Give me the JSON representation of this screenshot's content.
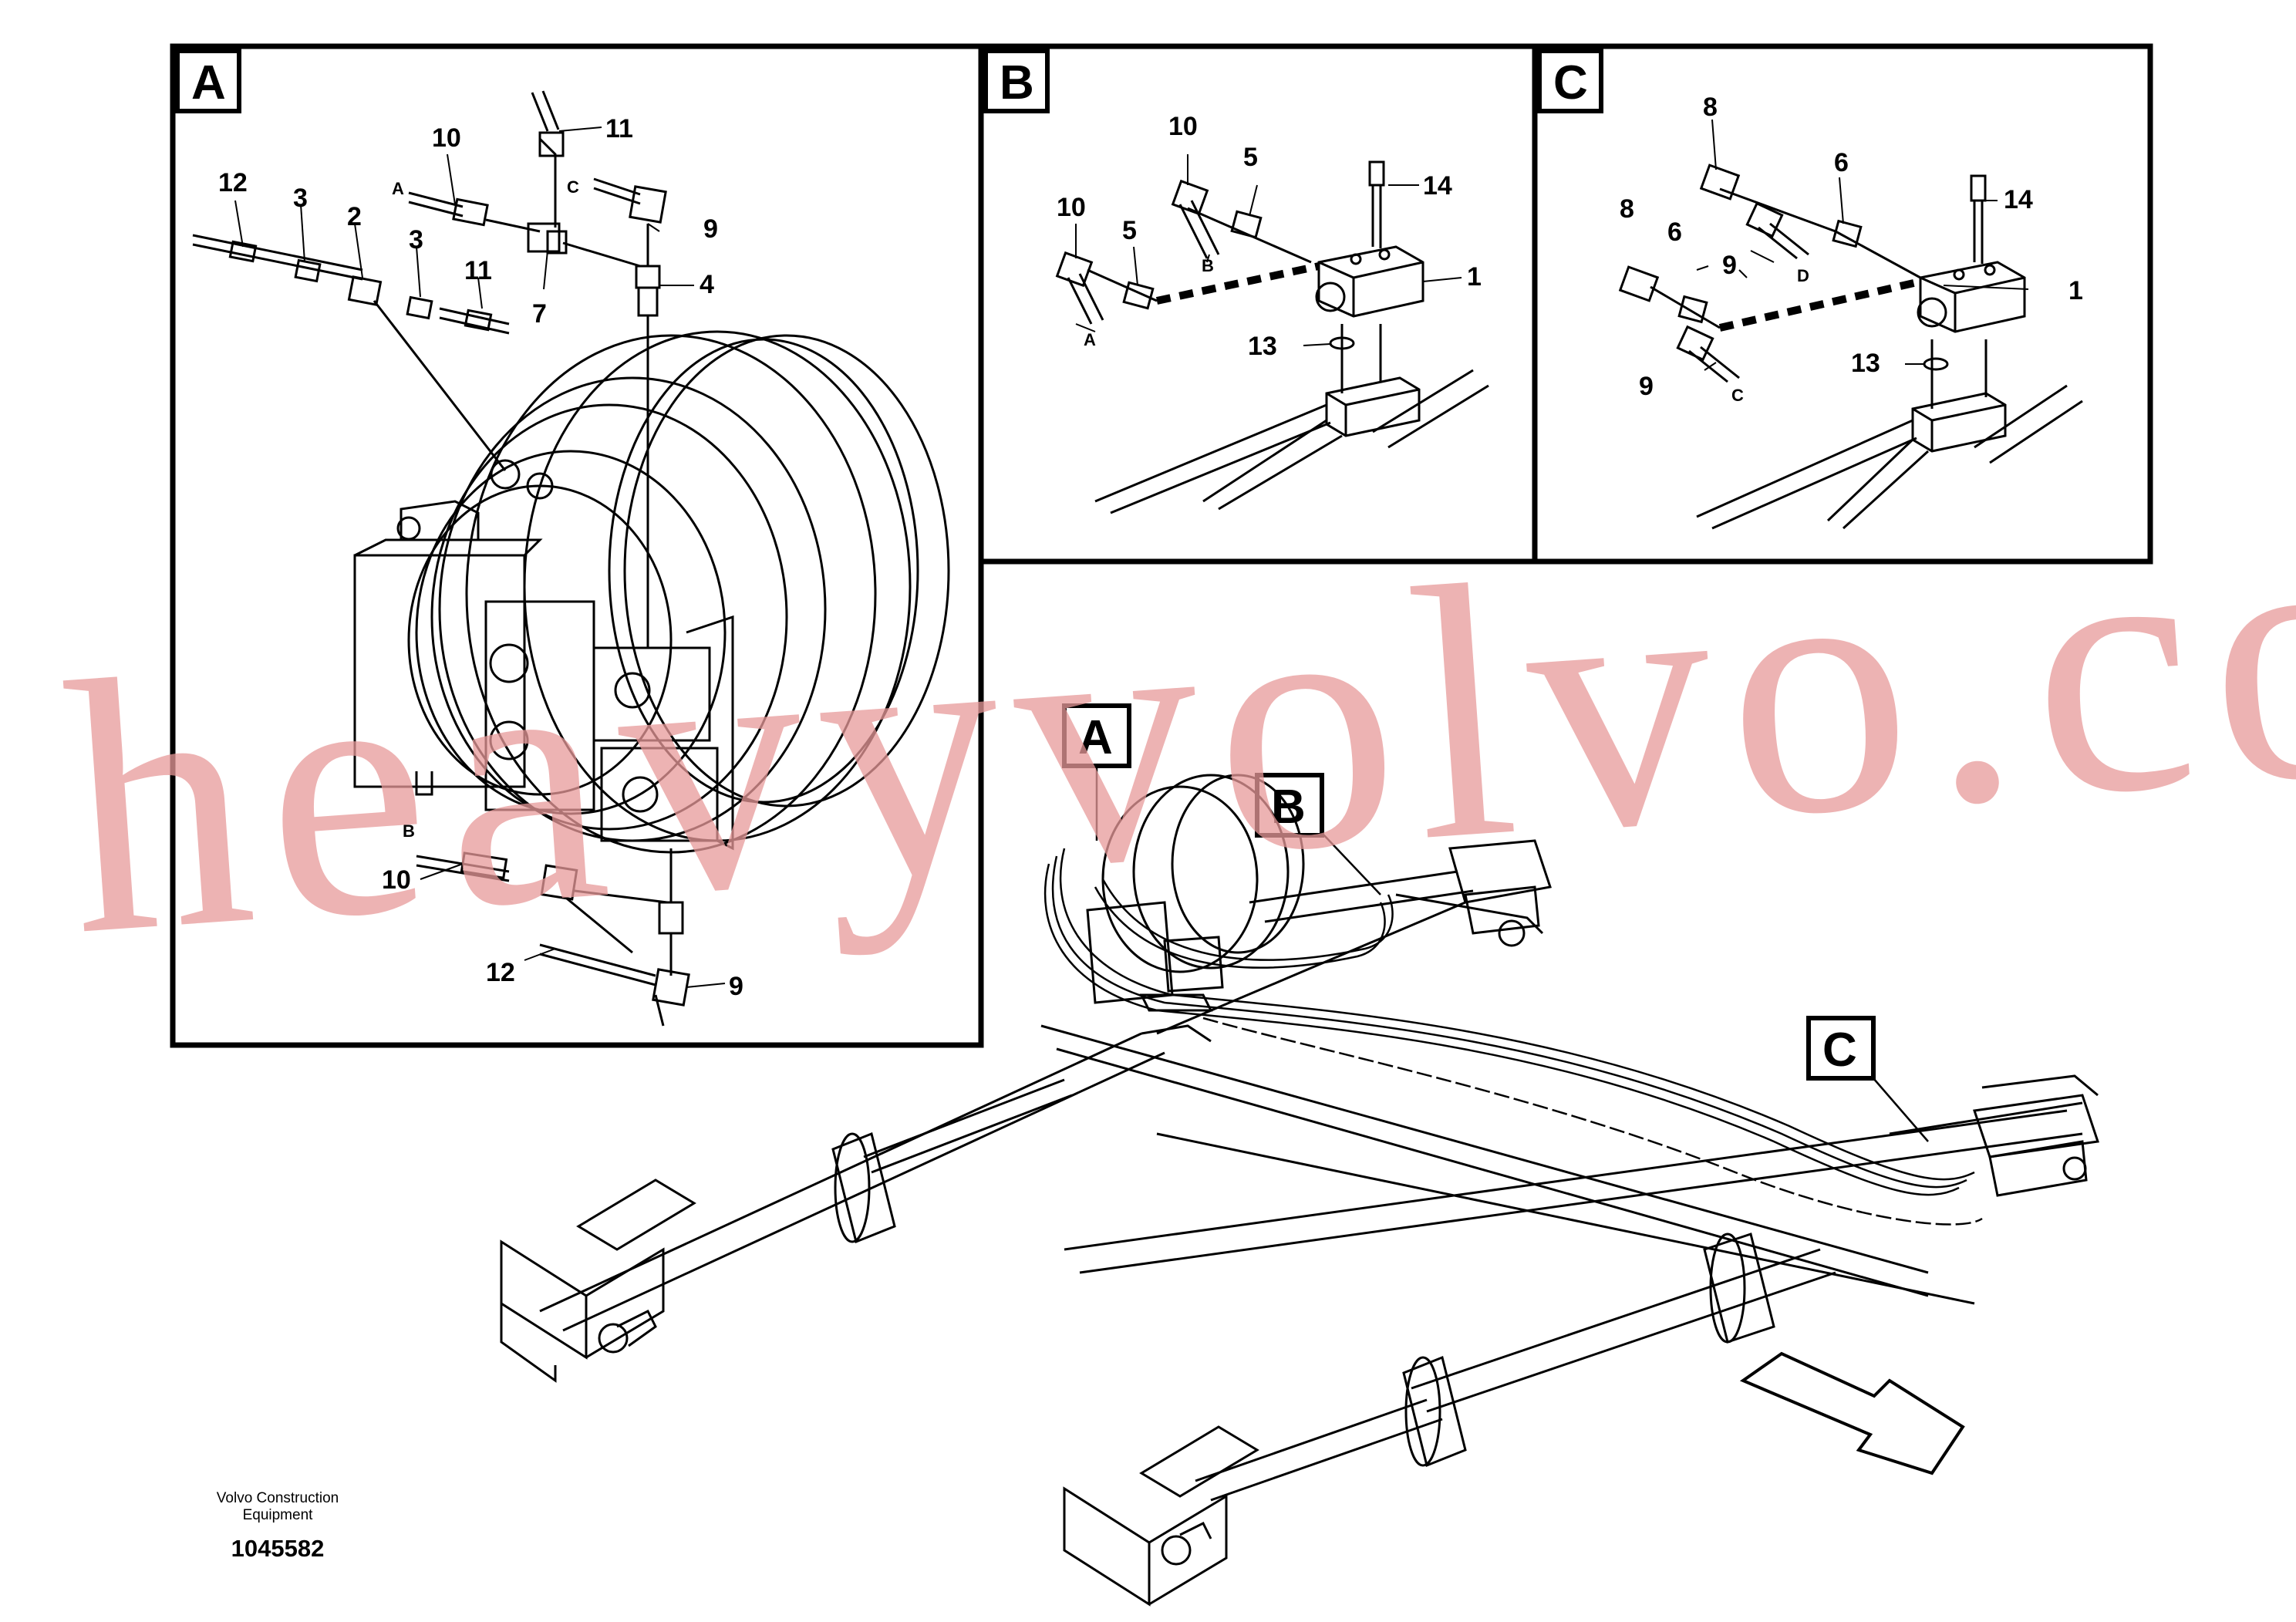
{
  "panels": [
    {
      "id": "A",
      "label": "A"
    },
    {
      "id": "B",
      "label": "B"
    },
    {
      "id": "C",
      "label": "C"
    }
  ],
  "overview_callouts": {
    "a": "A",
    "b": "B",
    "c": "C"
  },
  "panel_a_parts": {
    "p12": "12",
    "p3a": "3",
    "p2": "2",
    "p3b": "3",
    "p11a": "11",
    "p10": "10",
    "p11b": "11",
    "p9a": "9",
    "p4": "4",
    "p7": "7",
    "p10b": "10",
    "p12b": "12",
    "p9b": "9"
  },
  "panel_a_ports": {
    "a": "A",
    "b": "B",
    "c": "C"
  },
  "panel_b_parts": {
    "p10a": "10",
    "p5a": "5",
    "p10b": "10",
    "p5b": "5",
    "p14": "14",
    "p1": "1",
    "p13": "13"
  },
  "panel_b_ports": {
    "a": "A",
    "b": "B"
  },
  "panel_c_parts": {
    "p8a": "8",
    "p6a": "6",
    "p14": "14",
    "p9a": "9",
    "p8b": "8",
    "p6b": "6",
    "p1": "1",
    "p13": "13",
    "p9b": "9"
  },
  "panel_c_ports": {
    "c": "C",
    "d": "D"
  },
  "footer": {
    "company_line1": "Volvo Construction",
    "company_line2": "Equipment",
    "drawing_number": "1045582"
  },
  "watermark": "heavyvolvo.com",
  "colors": {
    "line": "#000000",
    "watermark": "#e89a9a",
    "background": "#ffffff"
  }
}
